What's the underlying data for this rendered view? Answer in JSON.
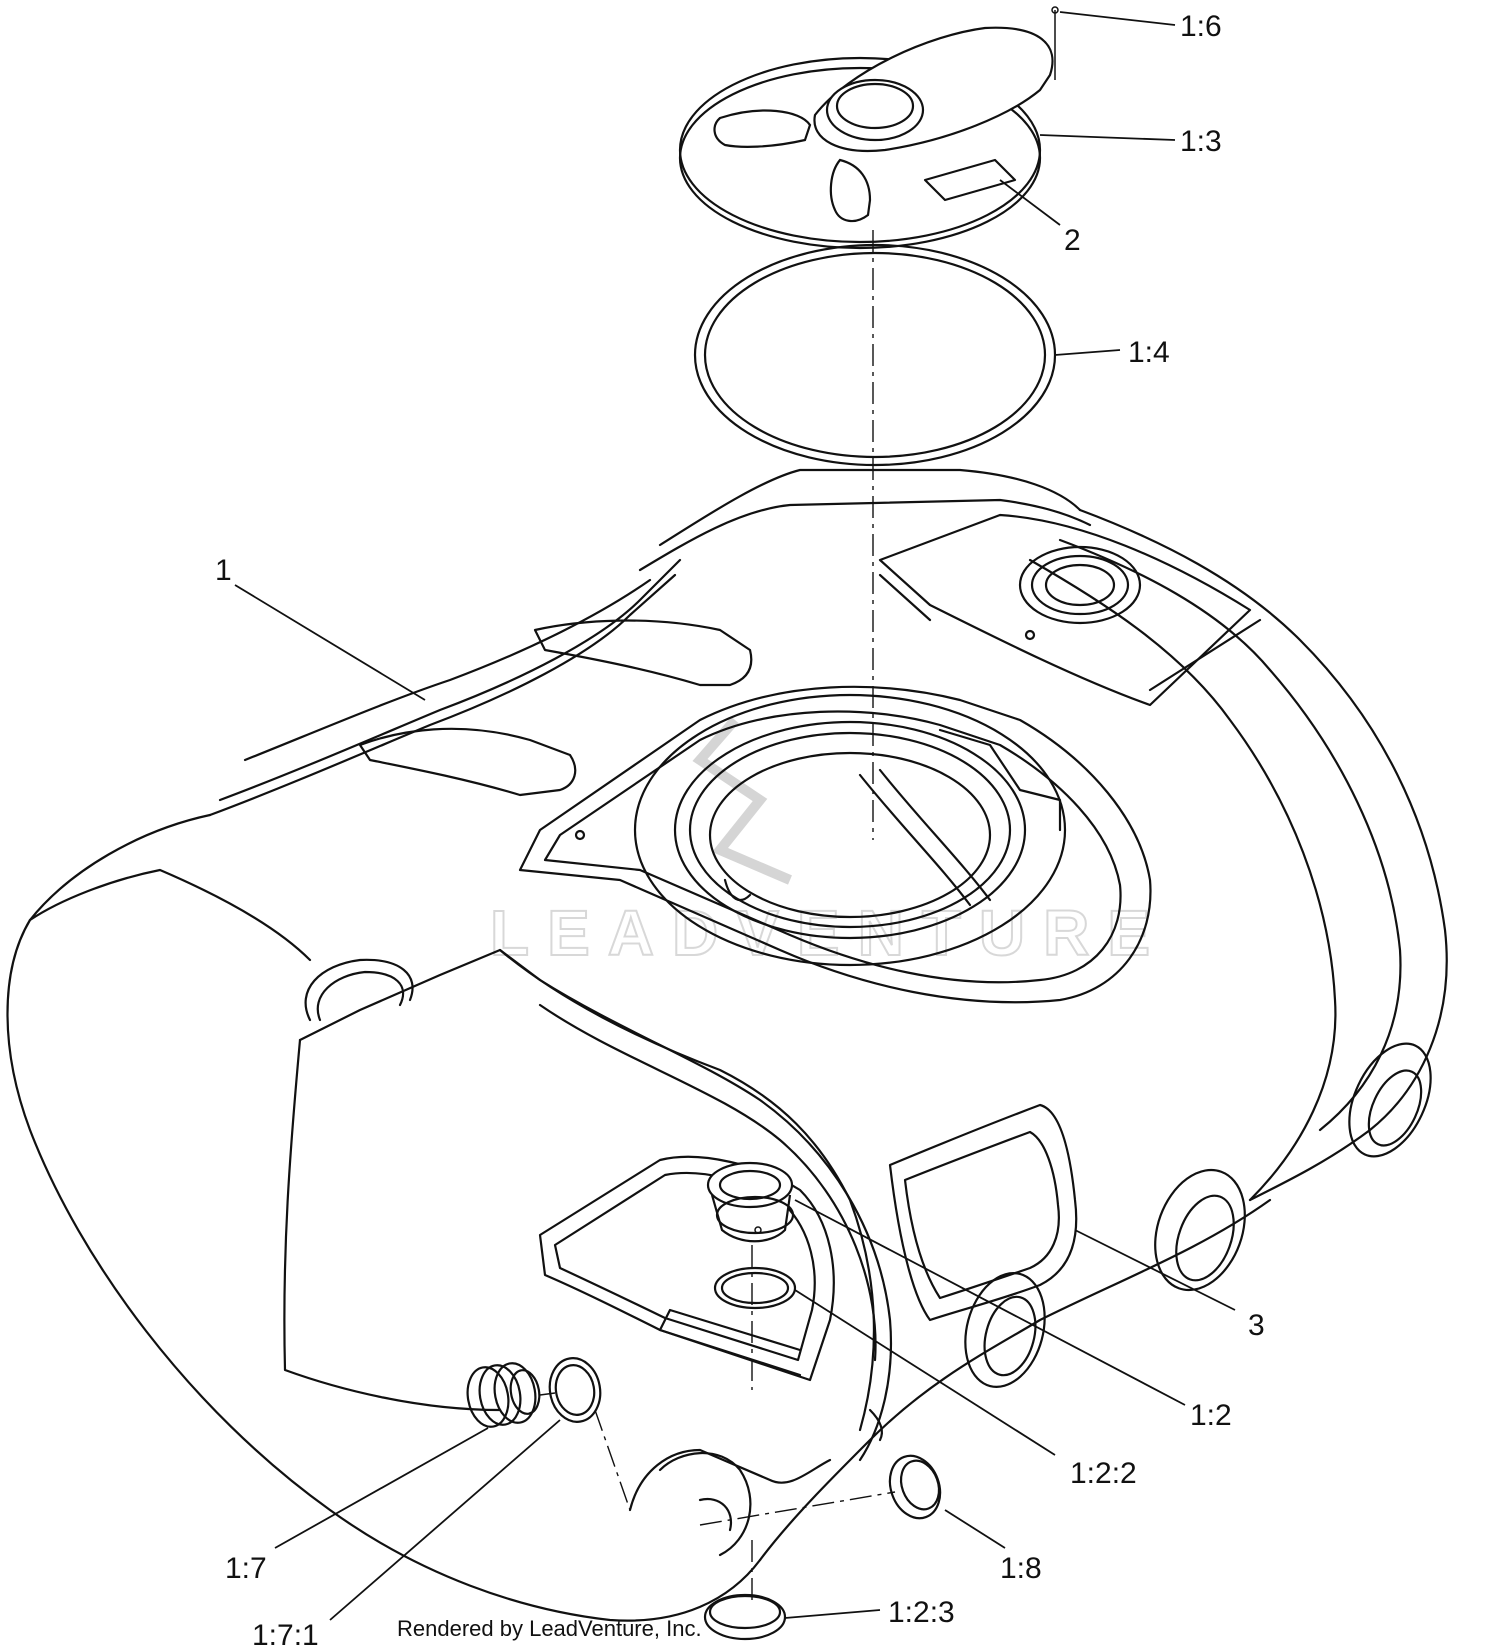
{
  "callouts": {
    "c_1_6": "1:6",
    "c_1_3": "1:3",
    "c_2": "2",
    "c_1_4": "1:4",
    "c_1": "1",
    "c_3": "3",
    "c_1_2": "1:2",
    "c_1_2_2": "1:2:2",
    "c_1_7": "1:7",
    "c_1_7_1": "1:7:1",
    "c_1_8": "1:8",
    "c_1_2_3": "1:2:3"
  },
  "watermark": "LEADVENTURE",
  "credit": "Rendered by LeadVenture, Inc.",
  "colors": {
    "line": "#111111",
    "watermark": "#d8d8d8",
    "background": "#ffffff"
  }
}
